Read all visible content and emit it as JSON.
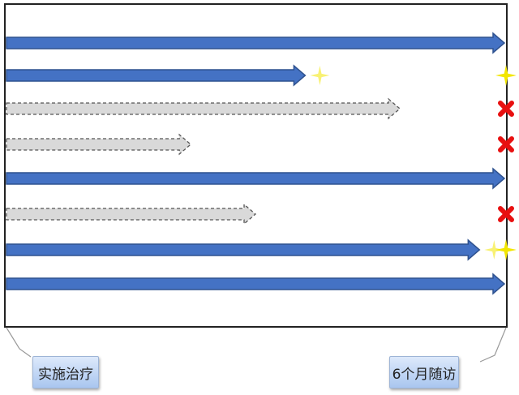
{
  "labels": {
    "start": "实施治疗",
    "end": "6个月随访"
  },
  "colors": {
    "active_fill": "#4472c4",
    "active_stroke": "#2f528f",
    "dropout_fill": "#d9d9d9",
    "dropout_stroke": "#555555",
    "event_star": "#f2e600",
    "dropout_x": "#e81010"
  },
  "rows": [
    {
      "status": "completed",
      "end_fraction": 1.0,
      "event": null
    },
    {
      "status": "event",
      "end_fraction": 0.6,
      "event": "star",
      "marker": "star"
    },
    {
      "status": "dropout",
      "end_fraction": 0.79,
      "marker": "x"
    },
    {
      "status": "dropout",
      "end_fraction": 0.37,
      "marker": "x"
    },
    {
      "status": "completed",
      "end_fraction": 1.0,
      "event": null
    },
    {
      "status": "dropout",
      "end_fraction": 0.5,
      "marker": "x"
    },
    {
      "status": "event",
      "end_fraction": 0.95,
      "event": "star",
      "marker": "star"
    },
    {
      "status": "completed",
      "end_fraction": 1.0,
      "event": null
    }
  ]
}
